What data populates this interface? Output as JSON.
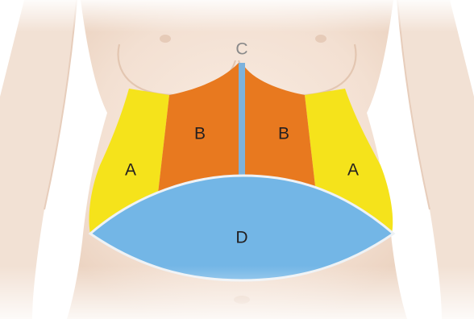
{
  "diagram": {
    "labels": {
      "zone_a_left": "A",
      "zone_a_right": "A",
      "zone_b_left": "B",
      "zone_b_right": "B",
      "zone_c": "C",
      "zone_d": "D"
    },
    "colors": {
      "background": "#ffffff",
      "skin": "#f4e4d8",
      "skin_shadow": "#e2c7b3",
      "zone_a": "#f5e31b",
      "zone_b": "#e8791f",
      "zone_c": "#7db2dc",
      "zone_d": "#73b6e6",
      "zone_d_outline": "#e8eef2",
      "label_text": "#231f20",
      "label_c_text": "#8a8a8a"
    }
  }
}
